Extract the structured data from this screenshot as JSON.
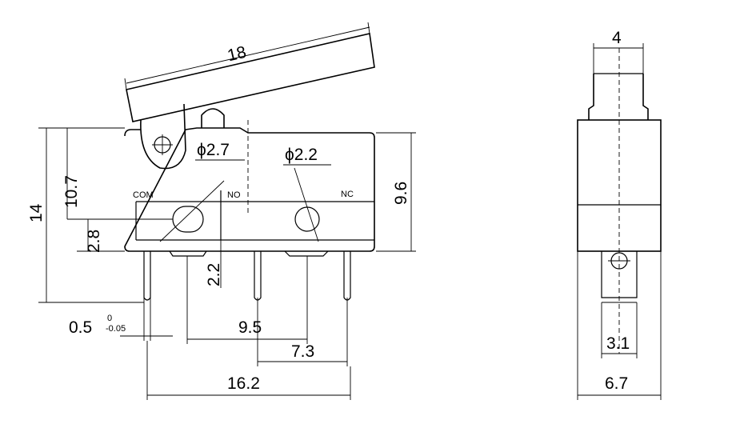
{
  "front_view": {
    "dims": {
      "lever_length": "18",
      "hole_large": "ϕ2.7",
      "hole_small": "ϕ2.2",
      "height_right": "9.6",
      "height_total": "14",
      "height_mid": "10.7",
      "height_low": "2.8",
      "pitch_vertical": "2.2",
      "terminal_thickness": "0.5",
      "tol_upper": "0",
      "tol_lower": "-0.05",
      "span_9_5": "9.5",
      "span_7_3": "7.3",
      "span_16_2": "16.2"
    },
    "labels": {
      "com": "COM",
      "no": "NO",
      "nc": "NC"
    }
  },
  "side_view": {
    "dims": {
      "top_width": "4",
      "terminal_width": "3.1",
      "body_width": "6.7"
    }
  }
}
